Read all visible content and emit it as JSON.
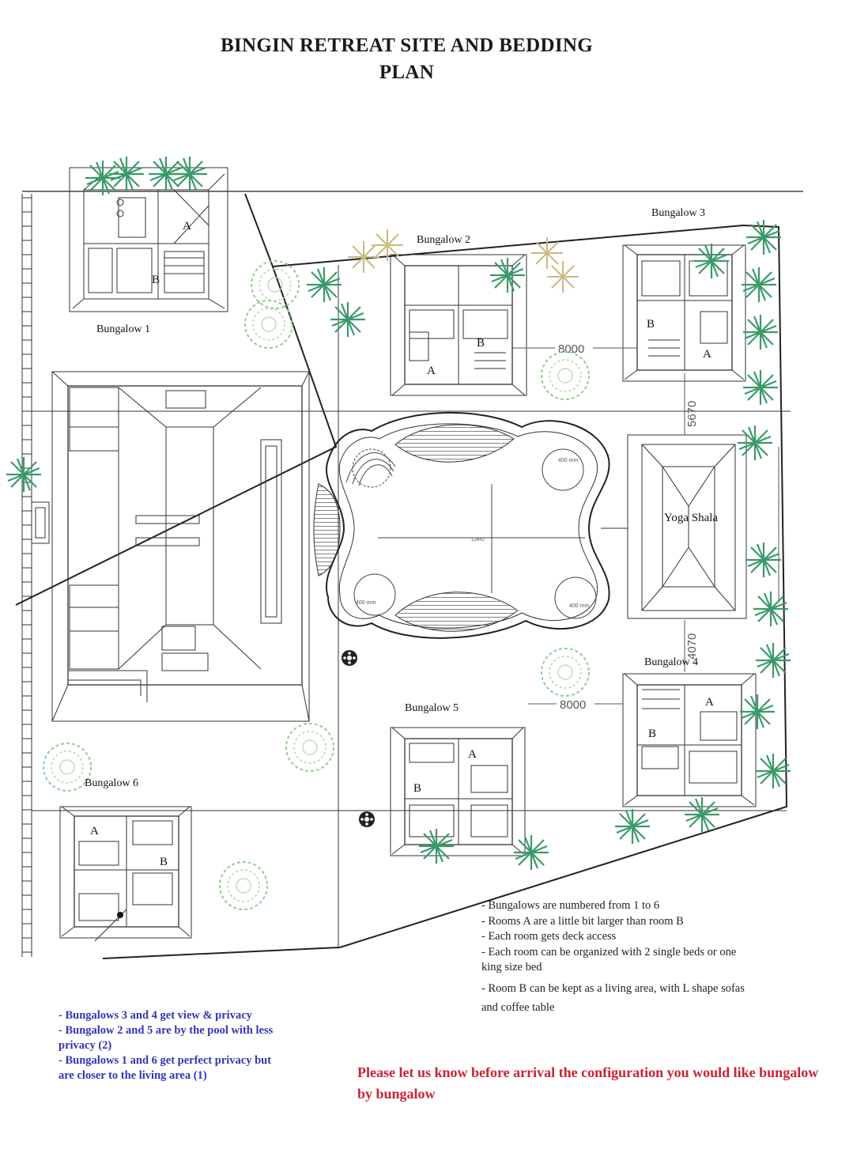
{
  "title": {
    "line1": "BINGIN RETREAT SITE AND BEDDING",
    "line2": "PLAN"
  },
  "plan": {
    "bungalows": [
      {
        "label": "Bungalow 1"
      },
      {
        "label": "Bungalow 2"
      },
      {
        "label": "Bungalow 3"
      },
      {
        "label": "Bungalow 4"
      },
      {
        "label": "Bungalow 5"
      },
      {
        "label": "Bungalow 6"
      }
    ],
    "yoga_shala": "Yoga Shala",
    "room_a": "A",
    "room_b": "B",
    "dimensions": {
      "spacing_top": "8000",
      "spacing_bottom": "8000",
      "vertical_upper": "5670",
      "vertical_lower": "4070",
      "pool_length": "12642",
      "radius_a": "400 mm",
      "radius_b": "400 mm",
      "radius_c": "400 mm"
    }
  },
  "notes": [
    "- Bungalows are numbered from 1 to 6",
    "- Rooms A are a little bit larger than room B",
    "- Each room gets deck access",
    "- Each room can be organized with 2 single beds or one king size bed",
    "- Room B can be kept as a living area, with L shape sofas and coffee table"
  ],
  "privacy_notes": [
    "- Bungalows 3 and 4 get view & privacy",
    "- Bungalow 2 and 5 are by the pool with less privacy (2)",
    "- Bungalows 1 and 6 get perfect privacy but are closer to the living area (1)"
  ],
  "call_to_action": "Please let us know before arrival the configuration you would like bungalow by bungalow",
  "colors": {
    "line": "#333333",
    "tree_green": "#7fbf7f",
    "palm_green": "#3a9a6a",
    "palm_khaki": "#c8bb80",
    "blue_text": "#3333bb",
    "red_text": "#cc2233"
  }
}
